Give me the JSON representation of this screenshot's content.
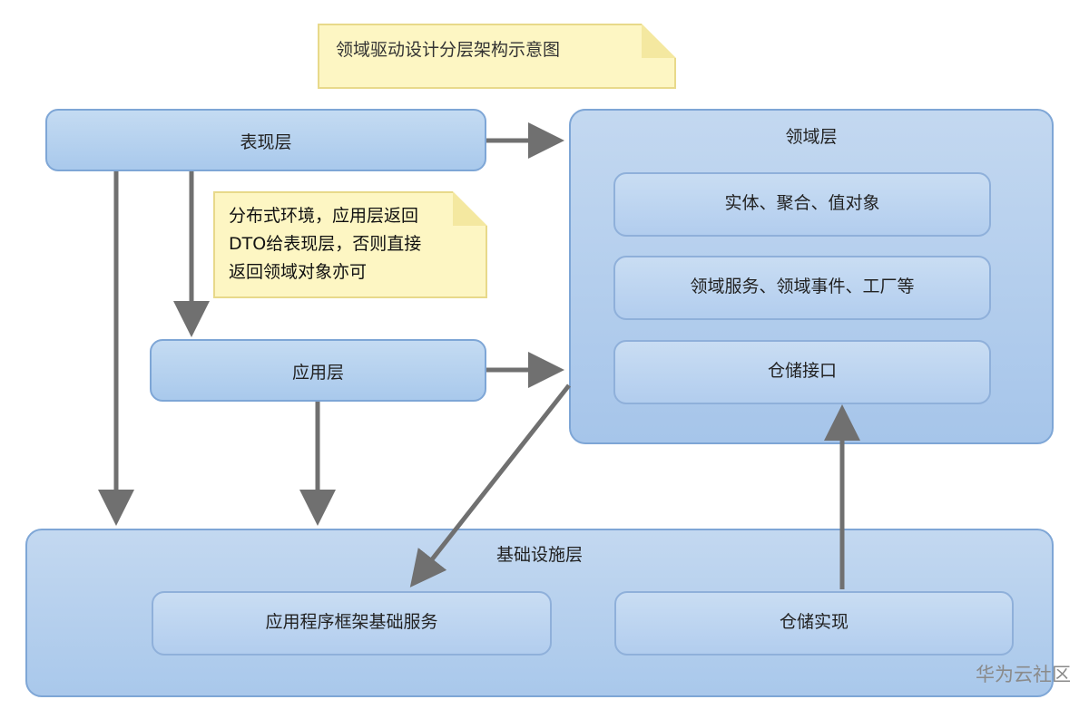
{
  "title_note": "领域驱动设计分层架构示意图",
  "dto_note": {
    "lines": [
      "分布式环境，应用层返回",
      "DTO给表现层，否则直接",
      "返回领域对象亦可"
    ]
  },
  "presentation_layer": "表现层",
  "application_layer": "应用层",
  "domain_layer": {
    "label": "领域层",
    "items": [
      "实体、聚合、值对象",
      "领域服务、领域事件、工厂等",
      "仓储接口"
    ]
  },
  "infrastructure_layer": {
    "label": "基础设施层",
    "items": [
      "应用程序框架基础服务",
      "仓储实现"
    ]
  },
  "watermark": "华为云社区",
  "colors": {
    "box_fill": "#b6d0ee",
    "box_border": "#7ea6d6",
    "note_fill": "#fdf6c3",
    "arrow": "#707070"
  }
}
